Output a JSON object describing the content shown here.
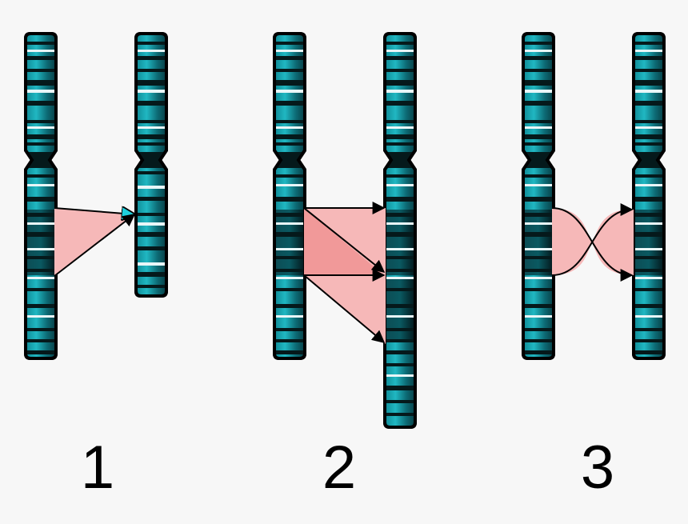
{
  "panels": [
    {
      "number": "1"
    },
    {
      "number": "2"
    },
    {
      "number": "3"
    }
  ],
  "colors": {
    "background": "#f7f7f7",
    "chromosome_light": "#1aa8b4",
    "chromosome_mid": "#0f7f8a",
    "chromosome_dark": "#083b40",
    "band_black": "#05191b",
    "band_white": "#e8f6f8",
    "outline": "#000000",
    "transfer_fill": "#f6b8b8",
    "transfer_fill_dark": "#f19999",
    "arrow": "#000000"
  }
}
